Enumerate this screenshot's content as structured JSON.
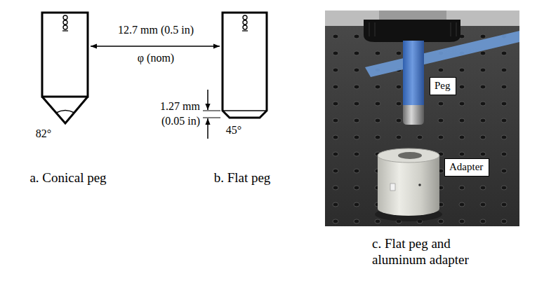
{
  "diagram": {
    "nodes": [
      {
        "text": [
          "Peg"
        ]
      },
      {
        "text": [
          "Adapter"
        ]
      }
    ],
    "labels": [
      "12.7 mm (0.5 in)",
      "φ (nom)",
      "82°",
      "1.27 mm",
      "(0.05 in)",
      "45°",
      "a. Conical peg",
      "b. Flat peg",
      "c. Flat peg and aluminum adapter"
    ]
  }
}
